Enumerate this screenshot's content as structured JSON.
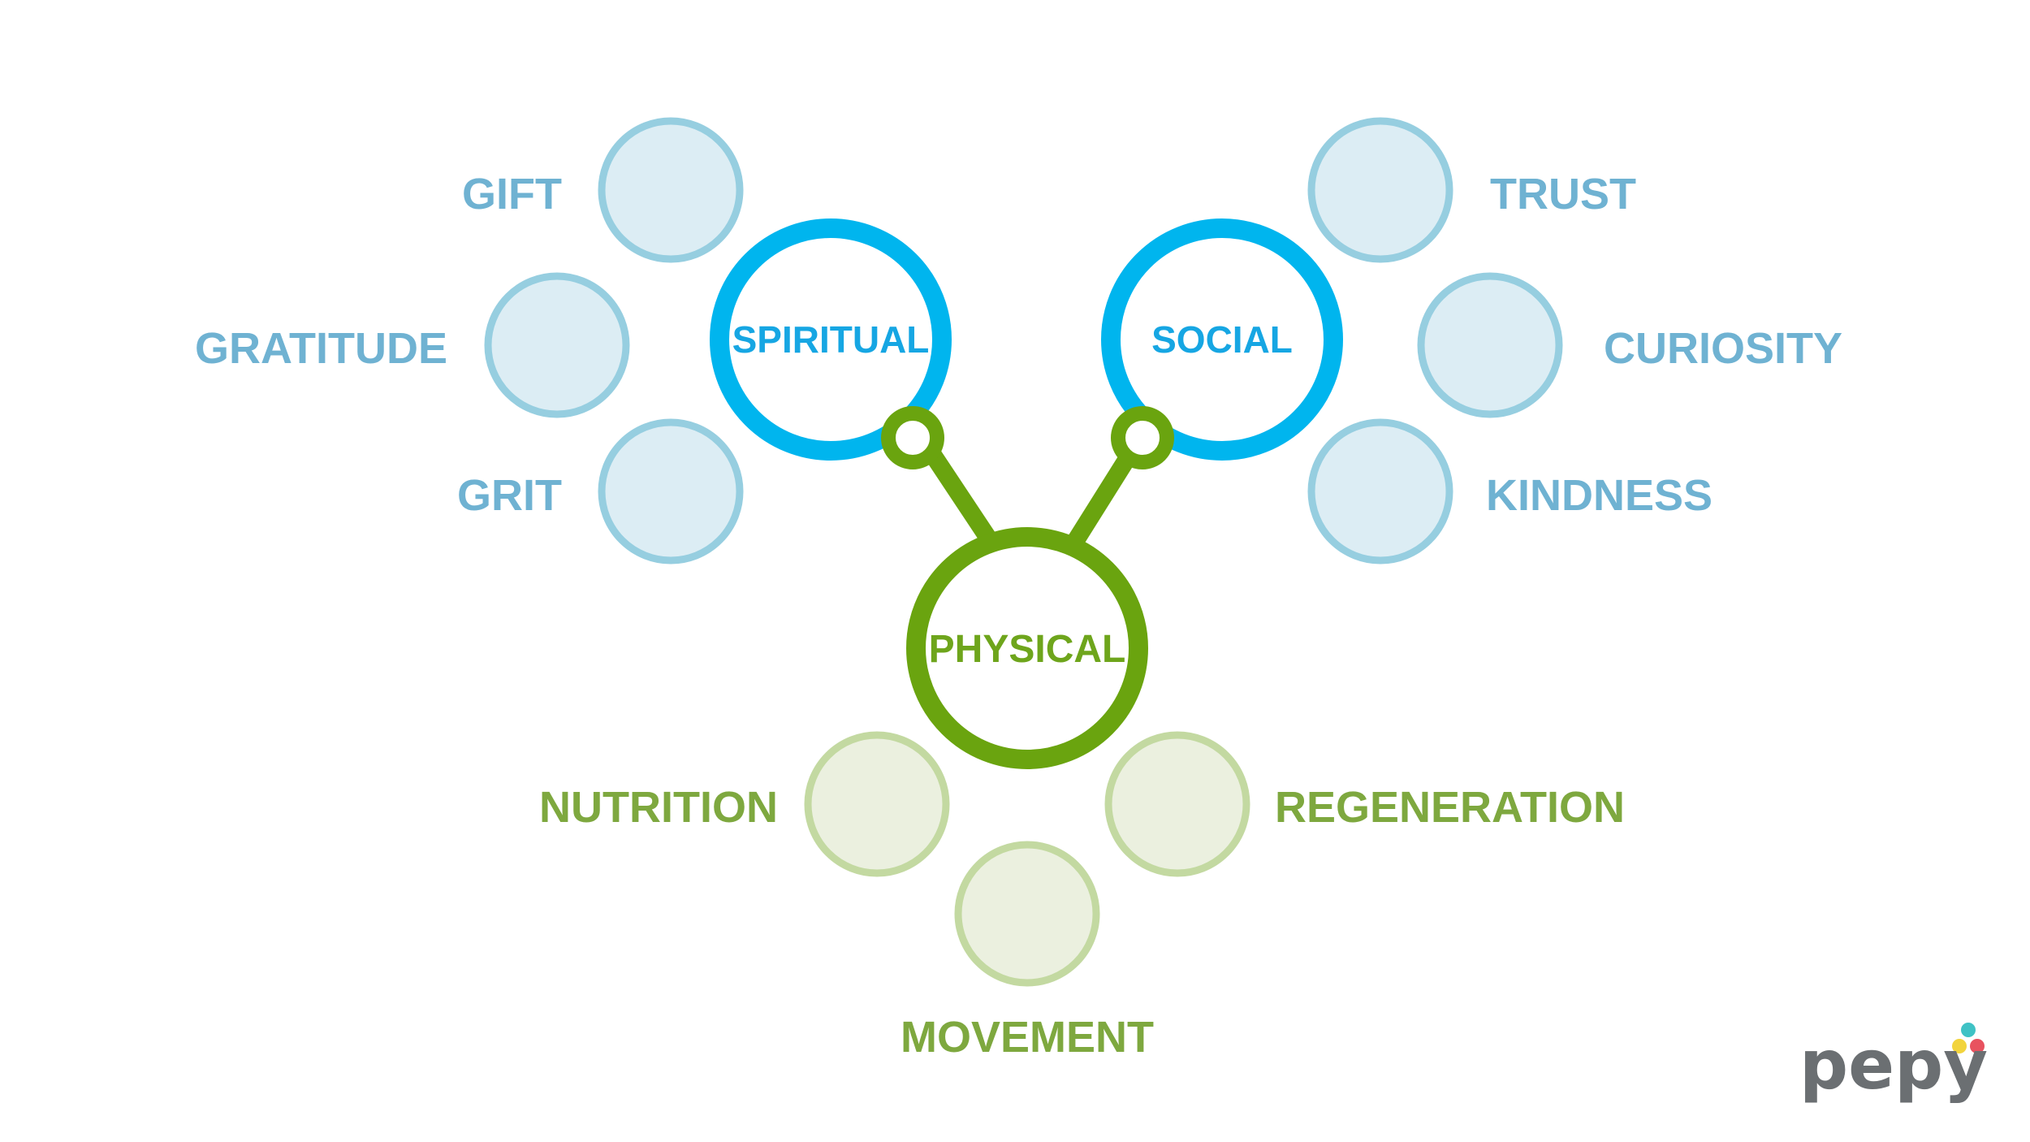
{
  "colors": {
    "blue_hub": "#00b5ee",
    "blue_ring": "#96cee0",
    "blue_fill": "#dcedf4",
    "blue_label": "#6fb2d2",
    "green_hub": "#6aa40f",
    "green_ring": "#c3d9a1",
    "green_fill": "#ebf0df",
    "green_label": "#7ea83f",
    "logo_gray": "#6b6f72",
    "dot_yellow": "#f2d43d",
    "dot_pink": "#e8525f",
    "dot_teal": "#3fc2c5"
  },
  "hubs": {
    "spiritual": "SPIRITUAL",
    "social": "SOCIAL",
    "physical": "PHYSICAL"
  },
  "spiritual_items": [
    "GIFT",
    "GRATITUDE",
    "GRIT"
  ],
  "social_items": [
    "TRUST",
    "CURIOSITY",
    "KINDNESS"
  ],
  "physical_items": [
    "NUTRITION",
    "MOVEMENT",
    "REGENERATION"
  ],
  "logo": {
    "text": "pepy"
  }
}
